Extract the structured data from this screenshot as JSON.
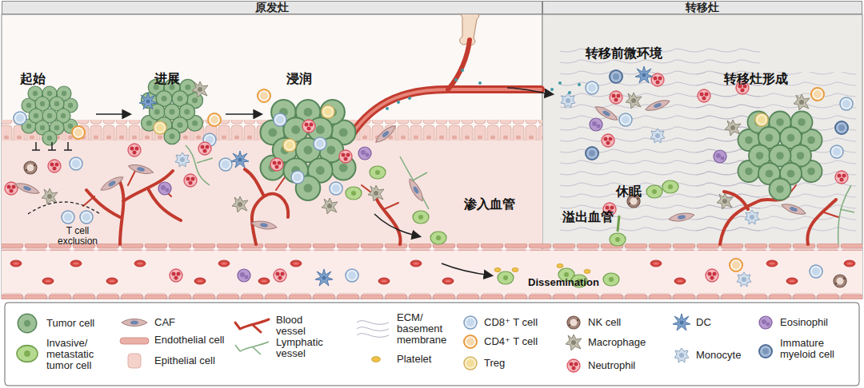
{
  "diagram": {
    "nodes": [
      {
        "text": [
          "原发灶"
        ]
      },
      {
        "text": [
          "转移灶"
        ]
      }
    ],
    "labels": [
      "起始",
      "进展",
      "浸润",
      "转移前微环境",
      "转移灶形成",
      "休眠",
      "渗入血管",
      "溢出血管",
      "T cell exclusion",
      "Dissemination"
    ],
    "legend": [
      {
        "text": "Tumor cell"
      },
      {
        "text": "Invasive/ metastatic tumor cell"
      },
      {
        "text": "CAF"
      },
      {
        "text": "Endothelial cell"
      },
      {
        "text": "Epithelial cell"
      },
      {
        "text": "Blood vessel"
      },
      {
        "text": "Lymphatic vessel"
      },
      {
        "text": "ECM/ basement membrane"
      },
      {
        "text": "Platelet"
      },
      {
        "text": "CD8⁺ T cell"
      },
      {
        "text": "CD4⁺ T cell"
      },
      {
        "text": "Treg"
      },
      {
        "text": "NK cell"
      },
      {
        "text": "Macrophage"
      },
      {
        "text": "Neutrophil"
      },
      {
        "text": "DC"
      },
      {
        "text": "Monocyte"
      },
      {
        "text": "Eosinophil"
      },
      {
        "text": "Immature myeloid cell"
      }
    ]
  }
}
